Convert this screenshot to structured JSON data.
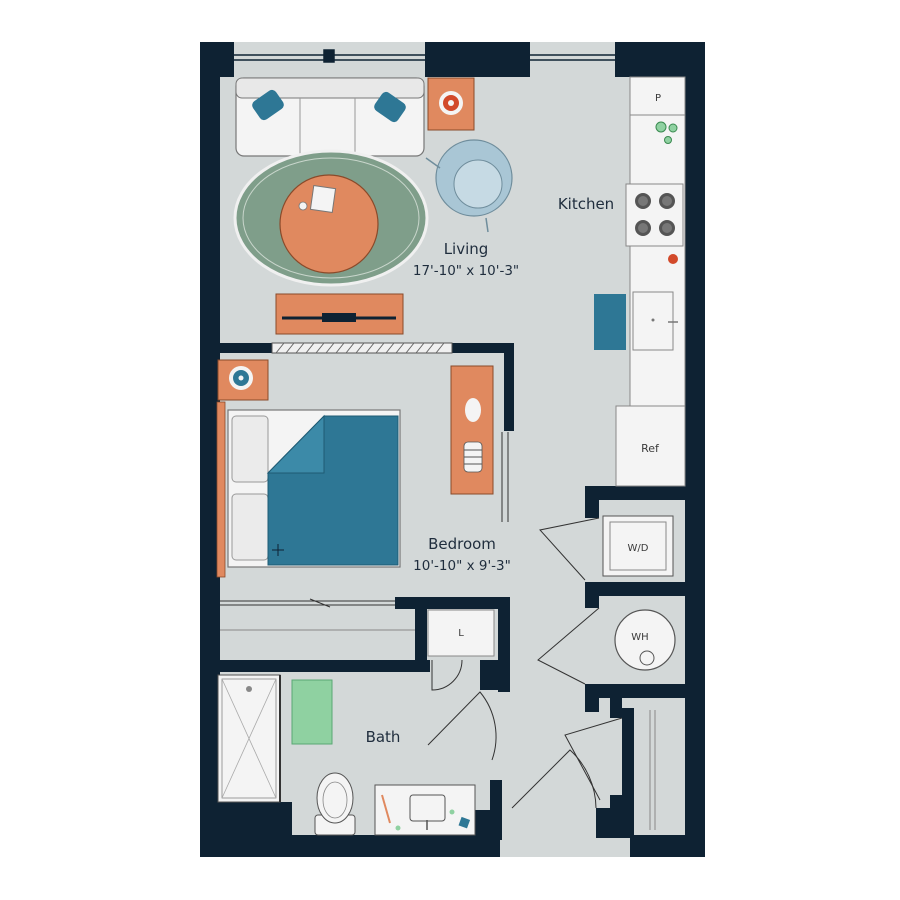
{
  "rooms": {
    "living": {
      "name": "Living",
      "dims": "17'-10\" x 10'-3\""
    },
    "kitchen": {
      "name": "Kitchen"
    },
    "bedroom": {
      "name": "Bedroom",
      "dims": "10'-10\" x 9'-3\""
    },
    "bath": {
      "name": "Bath"
    }
  },
  "fixtures": {
    "pantry": "P",
    "refrigerator": "Ref",
    "washer_dryer": "W/D",
    "water_heater": "WH",
    "linen": "L"
  },
  "colors": {
    "wall": "#0e2233",
    "floor": "#d3d8d8",
    "rug_green": "#7f9e8a",
    "wood": "#e0895f",
    "teal": "#2e7795",
    "bath_mat": "#8fd1a1",
    "chair": "#a9c6d5",
    "white_fixture": "#f4f4f4"
  }
}
